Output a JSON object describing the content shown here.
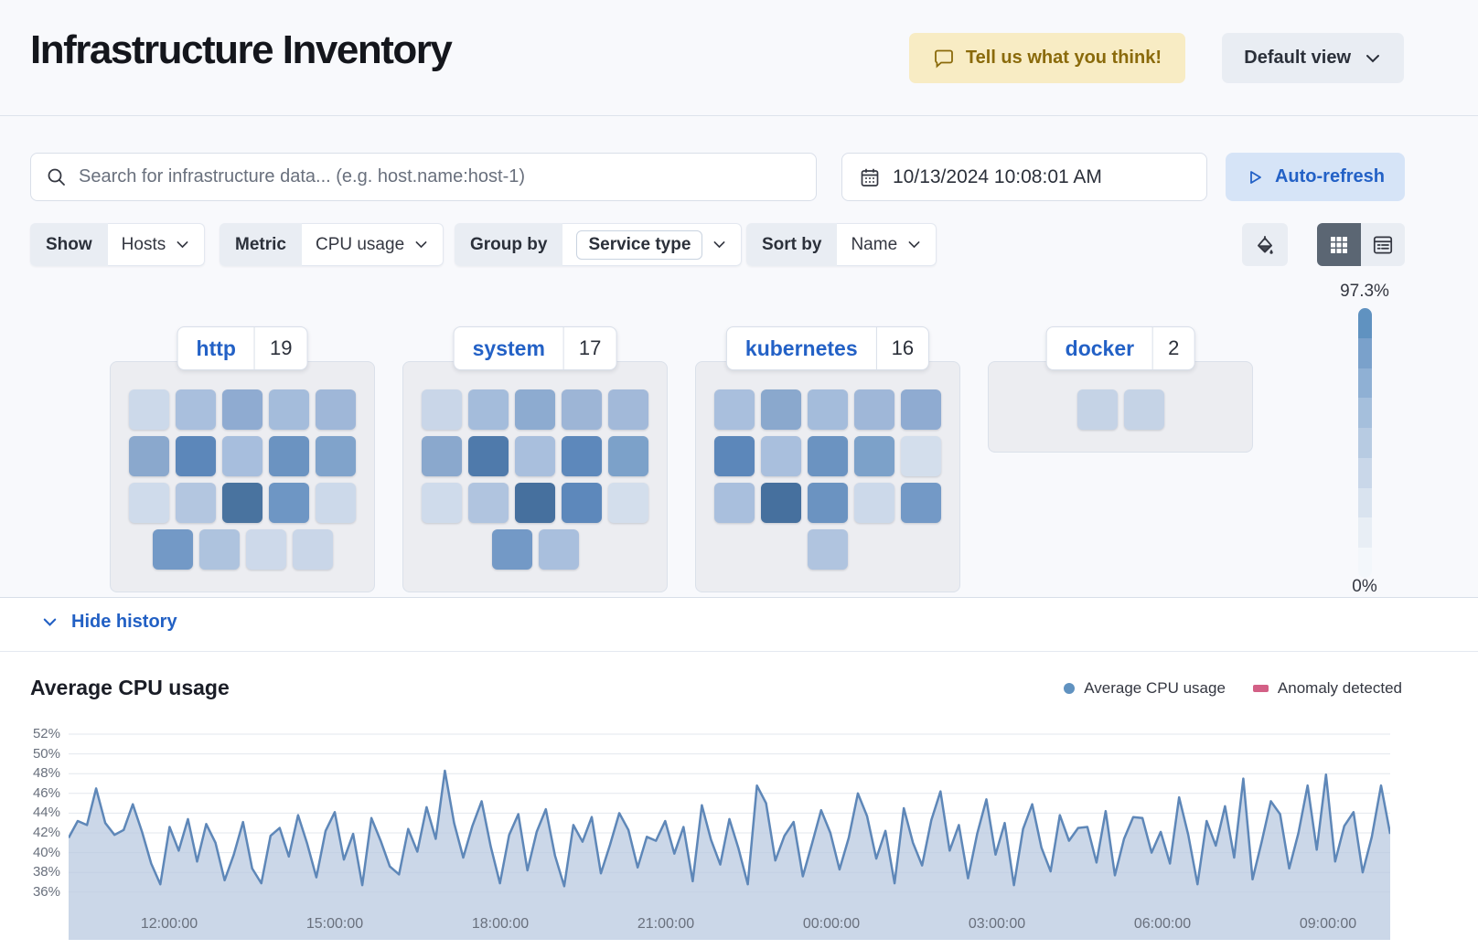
{
  "header": {
    "title": "Infrastructure Inventory",
    "feedback_label": "Tell us what you think!",
    "view_label": "Default view"
  },
  "toolbar": {
    "search_placeholder": "Search for infrastructure data... (e.g. host.name:host-1)",
    "datetime": "10/13/2024 10:08:01 AM",
    "autorefresh_label": "Auto-refresh"
  },
  "filters": {
    "show_label": "Show",
    "show_value": "Hosts",
    "metric_label": "Metric",
    "metric_value": "CPU usage",
    "groupby_label": "Group by",
    "groupby_value": "Service type",
    "sortby_label": "Sort by",
    "sortby_value": "Name"
  },
  "scale_legend": {
    "max": "97.3%",
    "min": "0%",
    "colors": [
      "#6092c0",
      "#7aa1cb",
      "#8fb0d4",
      "#a5bfdc",
      "#b7cbe2",
      "#c9d7e9",
      "#d9e3ef",
      "#e8eef5",
      "#f3f7fb"
    ]
  },
  "groups": [
    {
      "name": "http",
      "count": "19",
      "rows": [
        [
          "#ccd9ea",
          "#a9bfdd",
          "#8fabd1",
          "#a4bcdb",
          "#9fb7d8"
        ],
        [
          "#8aa8cd",
          "#5c87ba",
          "#a7bedd",
          "#6b93c1",
          "#80a3cb"
        ],
        [
          "#cfdbeb",
          "#b3c6e0",
          "#49739f",
          "#6e96c4",
          "#ccd9ea"
        ],
        [
          "#7399c6",
          "#aec3de",
          "#cdd9ea",
          "#c9d6e8"
        ]
      ]
    },
    {
      "name": "system",
      "count": "17",
      "rows": [
        [
          "#c9d6e8",
          "#a4bcdb",
          "#8dabd0",
          "#9db5d6",
          "#a2b9d9"
        ],
        [
          "#8aa8cd",
          "#4f7aab",
          "#a9bfdd",
          "#5d88bb",
          "#7ca1c9"
        ],
        [
          "#cfdbeb",
          "#b0c4df",
          "#46709e",
          "#5d88bb",
          "#d3deec"
        ],
        [
          "#7399c6",
          "#a9bfdd"
        ]
      ]
    },
    {
      "name": "kubernetes",
      "count": "16",
      "rows": [
        [
          "#a9bfdd",
          "#8aa8cd",
          "#a4bcdb",
          "#9fb7d8",
          "#8fabd1"
        ],
        [
          "#5c87ba",
          "#a9bfdd",
          "#6b93c1",
          "#7ca1c9",
          "#d3deec"
        ],
        [
          "#a9bfdd",
          "#46709e",
          "#6b93c1",
          "#ccd9ea",
          "#7399c6"
        ],
        [
          "#b0c4df"
        ]
      ]
    },
    {
      "name": "docker",
      "count": "2",
      "rows": [
        [
          "#c5d3e6",
          "#c5d3e6"
        ]
      ]
    }
  ],
  "history": {
    "toggle_label": "Hide history"
  },
  "chart_data": {
    "type": "area",
    "title": "Average CPU usage",
    "legend": [
      {
        "label": "Average CPU usage",
        "color": "#6092c0",
        "marker": "dot"
      },
      {
        "label": "Anomaly detected",
        "color": "#d36086",
        "marker": "bar"
      }
    ],
    "ylim": [
      36,
      52
    ],
    "y_ticks": [
      "52%",
      "50%",
      "48%",
      "46%",
      "44%",
      "42%",
      "40%",
      "38%",
      "36%"
    ],
    "x_ticks": [
      "12:00:00",
      "15:00:00",
      "18:00:00",
      "21:00:00",
      "00:00:00",
      "03:00:00",
      "06:00:00",
      "09:00:00"
    ],
    "grid": true,
    "legend_position": "top-right",
    "line_color": "#5e87b8",
    "fill_color": "#b9c9e0",
    "values": [
      41.5,
      43.2,
      42.8,
      46.5,
      43.0,
      41.8,
      42.3,
      44.9,
      42.1,
      38.9,
      36.8,
      42.6,
      40.2,
      43.4,
      39.1,
      42.9,
      41.0,
      37.2,
      39.8,
      43.1,
      38.4,
      36.9,
      41.7,
      42.5,
      39.6,
      43.8,
      40.9,
      37.5,
      42.2,
      44.1,
      39.3,
      41.9,
      36.7,
      43.5,
      41.2,
      38.6,
      37.8,
      42.4,
      40.1,
      44.6,
      41.4,
      48.3,
      43.0,
      39.5,
      42.7,
      45.2,
      40.6,
      36.9,
      41.8,
      43.9,
      38.2,
      42.1,
      44.4,
      39.7,
      36.6,
      42.8,
      41.1,
      43.6,
      37.9,
      40.8,
      44.0,
      42.3,
      38.5,
      41.6,
      41.2,
      43.2,
      39.9,
      42.6,
      37.1,
      44.8,
      41.3,
      38.8,
      43.4,
      40.4,
      36.8,
      46.8,
      45.0,
      39.2,
      41.7,
      43.1,
      37.6,
      40.9,
      44.3,
      42.0,
      38.3,
      41.5,
      46.0,
      43.7,
      39.4,
      42.2,
      36.9,
      44.5,
      41.0,
      38.7,
      43.3,
      46.2,
      40.2,
      42.8,
      37.4,
      41.9,
      45.4,
      39.8,
      43.0,
      36.7,
      42.4,
      44.9,
      40.5,
      38.1,
      43.8,
      41.2,
      42.5,
      42.6,
      39.0,
      44.2,
      37.7,
      41.4,
      43.6,
      43.5,
      40.0,
      42.1,
      38.9,
      45.6,
      41.8,
      36.8,
      43.2,
      40.7,
      44.7,
      39.5,
      47.5,
      37.3,
      41.1,
      45.2,
      43.9,
      38.4,
      42.0,
      46.8,
      40.3,
      47.9,
      39.1,
      42.7,
      44.1,
      38.0,
      41.6,
      46.8,
      41.9
    ]
  }
}
